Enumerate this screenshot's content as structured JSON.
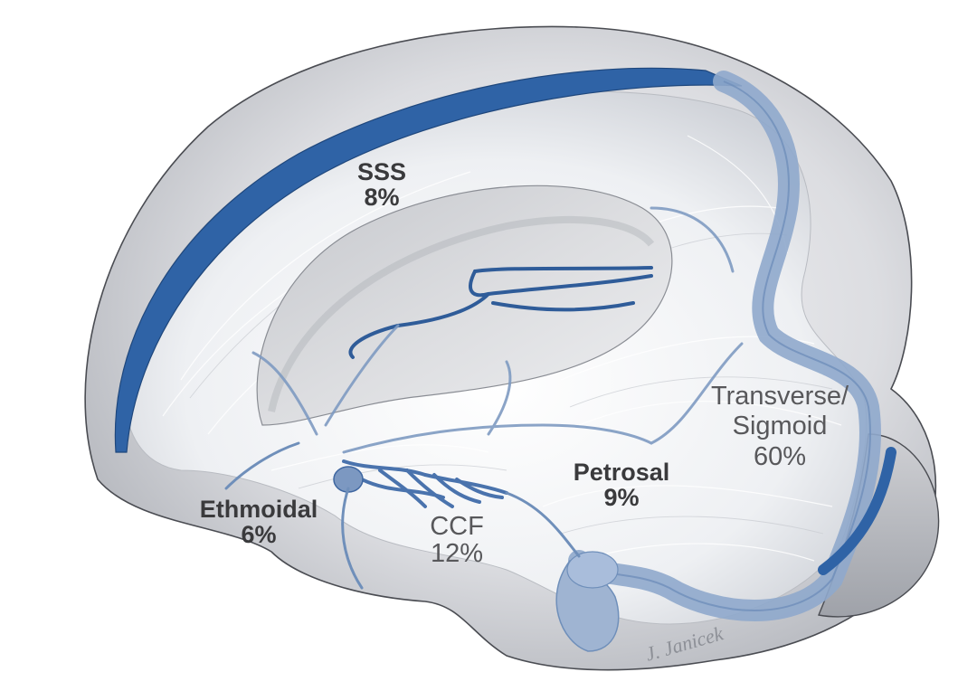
{
  "figure": {
    "signature": "J. Janicek",
    "colors": {
      "background": "#ffffff",
      "dura": "#d9dadd",
      "dura_shadow": "#a9acb3",
      "fiber": "#f1f1f3",
      "sinus": "#2f63a6",
      "sinus_light": "#7e9cc4",
      "label_bold": "#3a3a3c",
      "label_light": "#58585b"
    },
    "labels": [
      {
        "id": "sss",
        "name": "SSS",
        "percent": "8%",
        "weight": "bold"
      },
      {
        "id": "ethmoidal",
        "name": "Ethmoidal",
        "percent": "6%",
        "weight": "bold"
      },
      {
        "id": "ccf",
        "name": "CCF",
        "percent": "12%",
        "weight": "light"
      },
      {
        "id": "petrosal",
        "name": "Petrosal",
        "percent": "9%",
        "weight": "bold"
      },
      {
        "id": "transverse_sigmoid",
        "name_line1": "Transverse/",
        "name_line2": "Sigmoid",
        "percent": "60%",
        "weight": "light"
      }
    ]
  }
}
